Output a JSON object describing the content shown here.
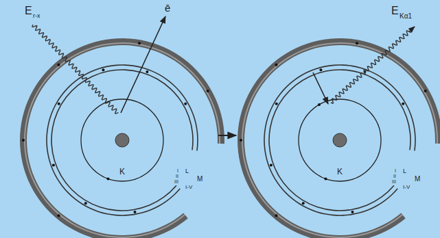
{
  "diagram": {
    "labels": [
      "E",
      "r-x",
      "ē",
      "K",
      "L",
      "I",
      "II",
      "III",
      "M",
      "I-V",
      "E",
      "Kα1",
      "K",
      "L",
      "I",
      "II",
      "III",
      "M",
      "I-V"
    ]
  }
}
